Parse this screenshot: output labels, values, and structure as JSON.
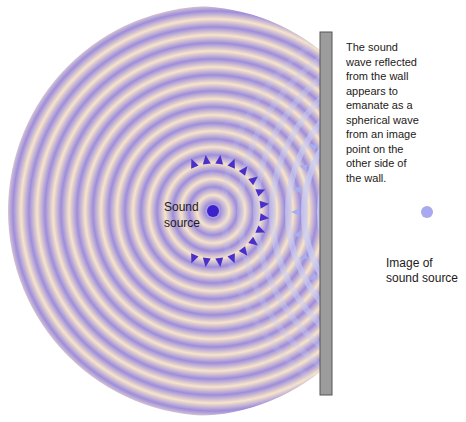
{
  "diagram": {
    "labels": [
      "Sound source",
      "The sound wave reflected from the wall appears to emanate as a spherical wave from an image point on the other side of the wall.",
      "Image of sound source"
    ]
  }
}
